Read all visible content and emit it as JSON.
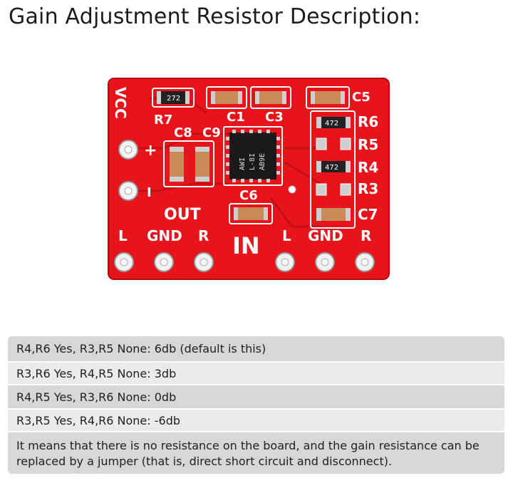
{
  "title": "Gain Adjustment Resistor Description:",
  "board": {
    "labels": {
      "vcc": "VCC",
      "r7": "R7",
      "c1": "C1",
      "c3": "C3",
      "c5": "C5",
      "c8": "C8",
      "c9": "C9",
      "c6": "C6",
      "r6": "R6",
      "r5": "R5",
      "r4": "R4",
      "r3": "R3",
      "c7": "C7",
      "plus": "+",
      "minus": "I",
      "out": "OUT",
      "in": "IN",
      "out_l": "L",
      "out_gnd": "GND",
      "out_r": "R",
      "in_l": "L",
      "in_gnd": "GND",
      "in_r": "R"
    },
    "resistor_codes": {
      "r7": "272",
      "r6": "472",
      "r4": "472"
    },
    "chip_marking": [
      "AWI",
      "L-8I",
      "AB9E"
    ],
    "colors": {
      "board": "#e8141c",
      "trace": "#c80e14",
      "silk": "#ffffff",
      "chip": "#1a1a1a",
      "pad": "#cfcfcf",
      "capacitor": "#c98a5a"
    }
  },
  "table": {
    "rows": [
      "R4,R6 Yes, R3,R5 None: 6db (default is this)",
      "R3,R6 Yes, R4,R5 None: 3db",
      "R4,R5 Yes, R3,R6 None: 0db",
      "R3,R5 Yes, R4,R6 None: -6db",
      "It means that there is no resistance on the board, and the gain resistance can be replaced by a jumper (that is, direct short circuit and disconnect)."
    ]
  }
}
